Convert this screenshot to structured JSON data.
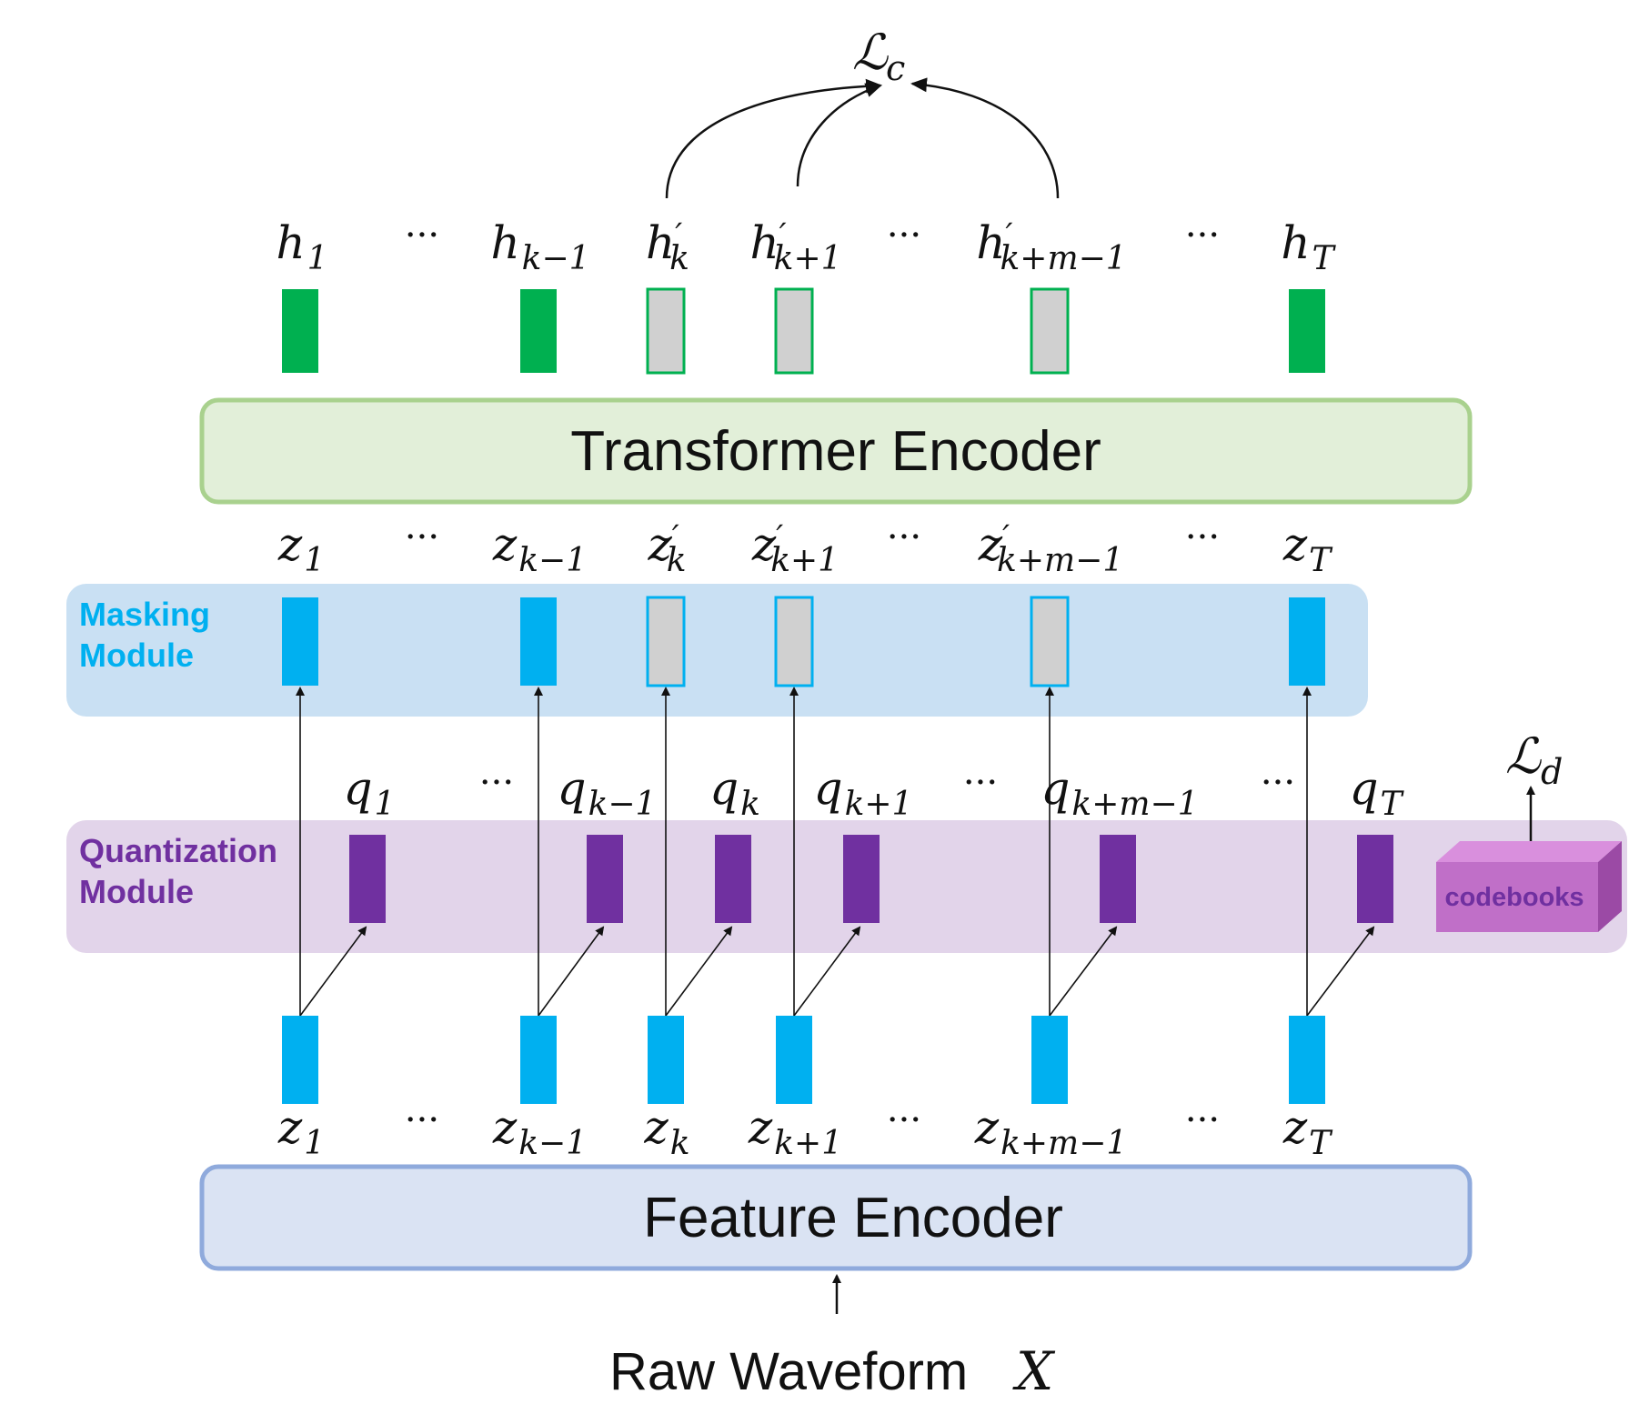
{
  "colors": {
    "green_vector": "#00b050",
    "masked_fill": "#d0d0d0",
    "blue_vector": "#00b0f0",
    "purple_vector": "#7030a0",
    "transformer_fill": "#e2efd9",
    "transformer_border": "#a9d18e",
    "feature_fill": "#dae3f3",
    "feature_border": "#8faadc",
    "masking_band": "#c9e0f3",
    "masking_text": "#00b0f0",
    "quant_band": "#e2d4ea",
    "quant_text": "#7030a0",
    "codebook_fill": "#c06fc8",
    "codebook_text": "#7030a0"
  },
  "blocks": {
    "transformer_encoder": "Transformer Encoder",
    "feature_encoder": "Feature Encoder"
  },
  "modules": {
    "masking_line1": "Masking",
    "masking_line2": "Module",
    "quantization_line1": "Quantization",
    "quantization_line2": "Module",
    "codebooks": "codebooks"
  },
  "input": {
    "text": "Raw Waveform",
    "symbol": "X"
  },
  "losses": {
    "contrastive": {
      "base": "ℒ",
      "sub": "c"
    },
    "diversity": {
      "base": "ℒ",
      "sub": "d"
    }
  },
  "ellipsis": "···",
  "outputs": [
    {
      "base": "h",
      "prime": "",
      "sub": "1",
      "masked": false
    },
    {
      "base": "h",
      "prime": "",
      "sub": "k−1",
      "masked": false
    },
    {
      "base": "h",
      "prime": "′",
      "sub": "k",
      "masked": true
    },
    {
      "base": "h",
      "prime": "′",
      "sub": "k+1",
      "masked": true
    },
    {
      "base": "h",
      "prime": "′",
      "sub": "k+m−1",
      "masked": true
    },
    {
      "base": "h",
      "prime": "",
      "sub": "T",
      "masked": false
    }
  ],
  "masked_latents": [
    {
      "base": "z",
      "prime": "",
      "sub": "1",
      "masked": false
    },
    {
      "base": "z",
      "prime": "",
      "sub": "k−1",
      "masked": false
    },
    {
      "base": "z",
      "prime": "′",
      "sub": "k",
      "masked": true
    },
    {
      "base": "z",
      "prime": "′",
      "sub": "k+1",
      "masked": true
    },
    {
      "base": "z",
      "prime": "′",
      "sub": "k+m−1",
      "masked": true
    },
    {
      "base": "z",
      "prime": "",
      "sub": "T",
      "masked": false
    }
  ],
  "quantized": [
    {
      "base": "q",
      "sub": "1"
    },
    {
      "base": "q",
      "sub": "k−1"
    },
    {
      "base": "q",
      "sub": "k"
    },
    {
      "base": "q",
      "sub": "k+1"
    },
    {
      "base": "q",
      "sub": "k+m−1"
    },
    {
      "base": "q",
      "sub": "T"
    }
  ],
  "latents": [
    {
      "base": "z",
      "sub": "1"
    },
    {
      "base": "z",
      "sub": "k−1"
    },
    {
      "base": "z",
      "sub": "k"
    },
    {
      "base": "z",
      "sub": "k+1"
    },
    {
      "base": "z",
      "sub": "k+m−1"
    },
    {
      "base": "z",
      "sub": "T"
    }
  ]
}
